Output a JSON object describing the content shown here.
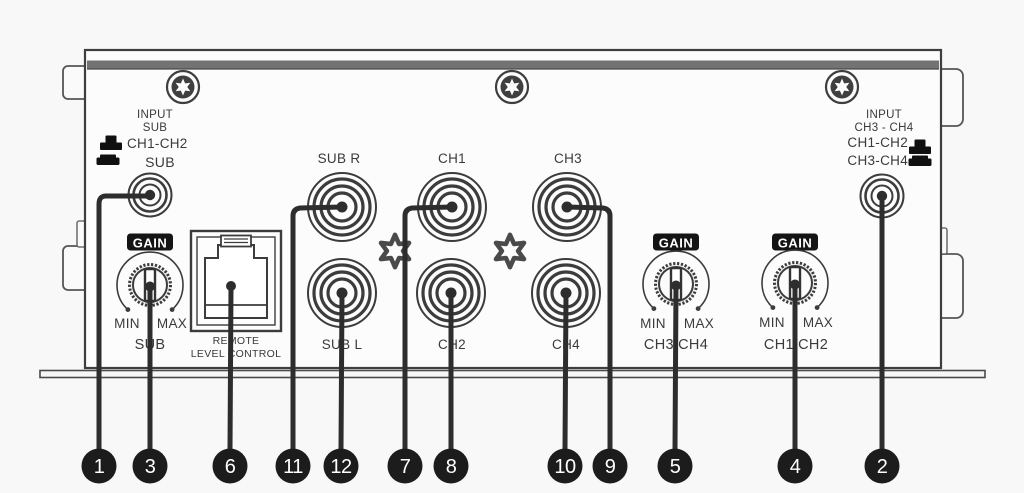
{
  "figure": {
    "type": "amplifier-rear-panel-connection-diagram"
  },
  "colors": {
    "background": "#f8f8f8",
    "panel_face": "#fcfcfc",
    "line": "#3e3e3e",
    "top_stripe": "#737373",
    "leader_line": "#2d2d2d",
    "callout_bg": "#1c1c1c",
    "gain_badge_bg": "#141414"
  },
  "icons": {
    "screw": "torx-screw",
    "panel_decoration": "torx-star",
    "switch_marker": "jumper-plug"
  },
  "left_input": {
    "title_line1": "INPUT",
    "title_line2": "SUB",
    "switch_top": "CH1-CH2",
    "switch_bottom": "SUB"
  },
  "right_input": {
    "title_line1": "INPUT",
    "title_line2": "CH3 - CH4",
    "switch_top": "CH1-CH2",
    "switch_bottom": "CH3-CH4"
  },
  "remote": {
    "line1": "REMOTE",
    "line2": "LEVEL CONTROL"
  },
  "gain_knobs": [
    {
      "badge": "GAIN",
      "min": "MIN",
      "max": "MAX",
      "channel": "SUB"
    },
    {
      "badge": "GAIN",
      "min": "MIN",
      "max": "MAX",
      "channel": "CH3 CH4"
    },
    {
      "badge": "GAIN",
      "min": "MIN",
      "max": "MAX",
      "channel": "CH1 CH2"
    }
  ],
  "rca_labels": {
    "top": [
      "SUB R",
      "CH1",
      "CH3"
    ],
    "bottom": [
      "SUB L",
      "CH2",
      "CH4"
    ]
  },
  "callouts": [
    "1",
    "3",
    "6",
    "11",
    "12",
    "7",
    "8",
    "10",
    "9",
    "5",
    "4",
    "2"
  ]
}
